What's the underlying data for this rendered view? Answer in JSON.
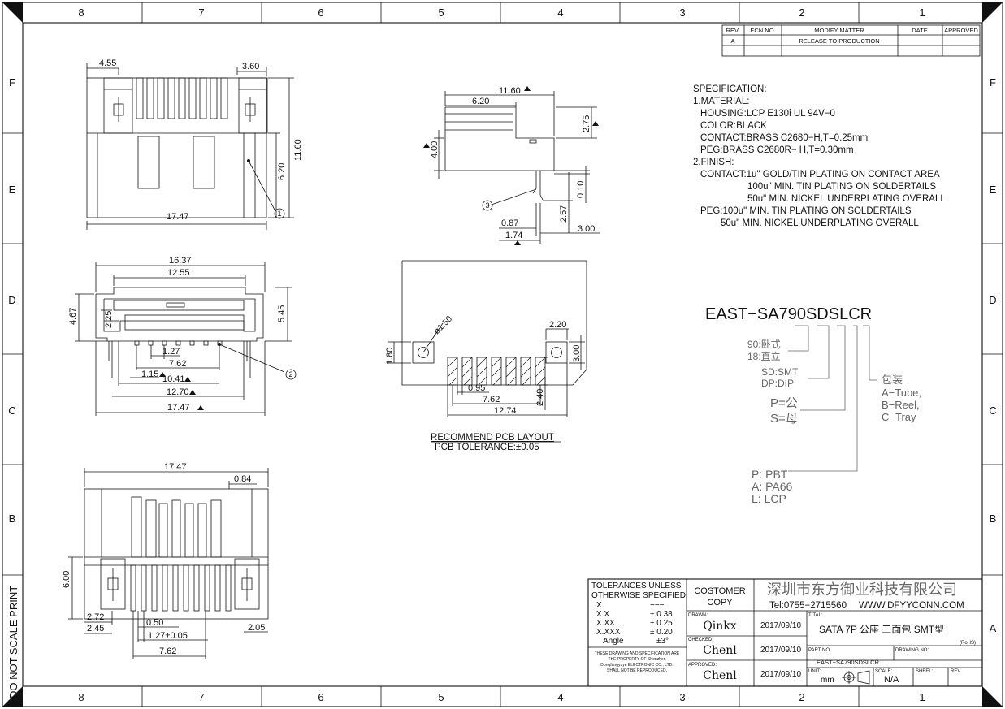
{
  "frame": {
    "columns": [
      "8",
      "7",
      "6",
      "5",
      "4",
      "3",
      "2",
      "1"
    ],
    "rows": [
      "F",
      "E",
      "D",
      "C",
      "B",
      "A"
    ],
    "side_note": "DO NOT SCALE PRINT"
  },
  "revision_table": {
    "headers": [
      "REV.",
      "ECN NO.",
      "MODIFY MATTER",
      "DATE",
      "APPROVED"
    ],
    "row": [
      "A",
      "",
      "RELEASE TO PRODUCTION",
      "",
      ""
    ]
  },
  "specification": {
    "lines": [
      "SPECIFICATION:",
      "1.MATERIAL:",
      "HOUSING:LCP E130i UL 94V−0",
      "COLOR:BLACK",
      "CONTACT:BRASS C2680−H,T=0.25mm",
      "PEG:BRASS C2680R− H,T=0.30mm",
      "2.FINISH:",
      "CONTACT:1u\" GOLD/TIN PLATING ON CONTACT AREA",
      "100u\" MIN. TIN PLATING ON SOLDERTAILS",
      "50u\" MIN. NICKEL UNDERPLATING OVERALL",
      "PEG:100u\" MIN. TIN PLATING ON SOLDERTAILS",
      "50u\" MIN. NICKEL UNDERPLATING OVERALL"
    ]
  },
  "part_code": {
    "code": "EAST−SA790SDSLCR",
    "orient": [
      "90:卧式",
      "18:直立"
    ],
    "mount": [
      "SD:SMT",
      "DP:DIP"
    ],
    "gender": [
      "P=公",
      "S=母"
    ],
    "material": [
      "P: PBT",
      "A: PA66",
      "L: LCP"
    ],
    "packing": [
      "包装",
      "A−Tube,",
      "B−Reel,",
      "C−Tray"
    ]
  },
  "dims_top": {
    "d1": "4.55",
    "d2": "3.60",
    "d3": "6.20",
    "d4": "11.60",
    "d5": "17.47",
    "callout": "1"
  },
  "dims_side": {
    "d1": "11.60",
    "d2": "6.20",
    "d3": "2.75",
    "d4": "4.00",
    "d5": "0.10",
    "d6": "2.57",
    "d7": "0.87",
    "d8": "1.74",
    "d9": "3.00",
    "callout": "3"
  },
  "dims_front": {
    "d1": "16.37",
    "d2": "12.55",
    "d3": "4.67",
    "d4": "2.25",
    "d5": "5.45",
    "d6": "1.27",
    "d7": "7.62",
    "d8": "1.15",
    "d9": "10.41",
    "d10": "12.70",
    "d11": "17.47",
    "callout": "2"
  },
  "dims_pcb": {
    "d1": "ø1.50",
    "d2": "2.20",
    "d3": "1.80",
    "d4": "3.00",
    "d5": "0.95",
    "d6": "7.62",
    "d7": "2.40",
    "d8": "12.74",
    "caption": "RECOMMEND PCB LAYOUT",
    "tolerance": "PCB TOLERANCE:±0.05"
  },
  "dims_bottom": {
    "d1": "17.47",
    "d2": "0.84",
    "d3": "6.00",
    "d4": "2.72",
    "d5": "2.45",
    "d6": "0.50",
    "d7": "1.27±0.05",
    "d8": "7.62",
    "d9": "2.05"
  },
  "title_block": {
    "tol_title1": "TOLERANCES UNLESS",
    "tol_title2": "OTHERWISE SPECIFIED:",
    "tol_rows": [
      [
        "X.",
        "−−−"
      ],
      [
        "X.X",
        "± 0.38"
      ],
      [
        "X.XX",
        "± 0.25"
      ],
      [
        "X.XXX",
        "± 0.20"
      ],
      [
        "Angle",
        "±3°"
      ]
    ],
    "notice": [
      "THESE DRAWING AND SPECIFICATION ARE",
      "THE PROPERTY OF Shenzhen",
      "Dongfangyuye ELECTRONIC CO., LTD.",
      "SHALL NOT BE REPRODUCED."
    ],
    "customer": [
      "COSTOMER",
      "COPY"
    ],
    "drawn_label": "DRAWN:",
    "drawn_by": "Qinkx",
    "drawn_date": "2017/09/10",
    "checked_label": "CHECKED:",
    "checked_by": "Chenl",
    "checked_date": "2017/09/10",
    "approved_label": "APPROVED:",
    "approved_by": "Chenl",
    "approved_date": "2017/09/10",
    "company": "深圳市东方御业科技有限公司",
    "tel": "Tel:0755−2715560",
    "web": "WWW.DFYYCONN.COM",
    "title_label": "TITAL:",
    "title": "SATA 7P 公座 三面包 SMT型",
    "rohs": "(RoHS)",
    "partno_label": "PART NO:",
    "partno": "EAST−SA790SDSLCR",
    "drawingno_label": "DRAWING NO:",
    "unit_label": "UNIT:",
    "unit": "mm",
    "scale_label": "SCALE:",
    "scale": "N/A",
    "sheet_label": "SHEEL:",
    "rev_label": "REV."
  }
}
